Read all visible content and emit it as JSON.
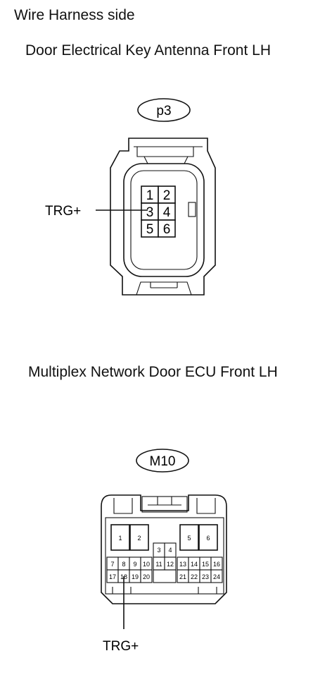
{
  "header": {
    "text": "Wire Harness side"
  },
  "connector_1": {
    "title": "Door Electrical Key Antenna Front LH",
    "code": "p3",
    "pins": [
      "1",
      "2",
      "3",
      "4",
      "5",
      "6"
    ],
    "signal_label": "TRG+"
  },
  "connector_2": {
    "title": "Multiplex Network Door ECU Front LH",
    "code": "M10",
    "pins": [
      "1",
      "2",
      "3",
      "4",
      "5",
      "6",
      "7",
      "8",
      "9",
      "10",
      "11",
      "12",
      "13",
      "14",
      "15",
      "16",
      "17",
      "18",
      "19",
      "20",
      "21",
      "22",
      "23",
      "24"
    ],
    "signal_label": "TRG+"
  }
}
